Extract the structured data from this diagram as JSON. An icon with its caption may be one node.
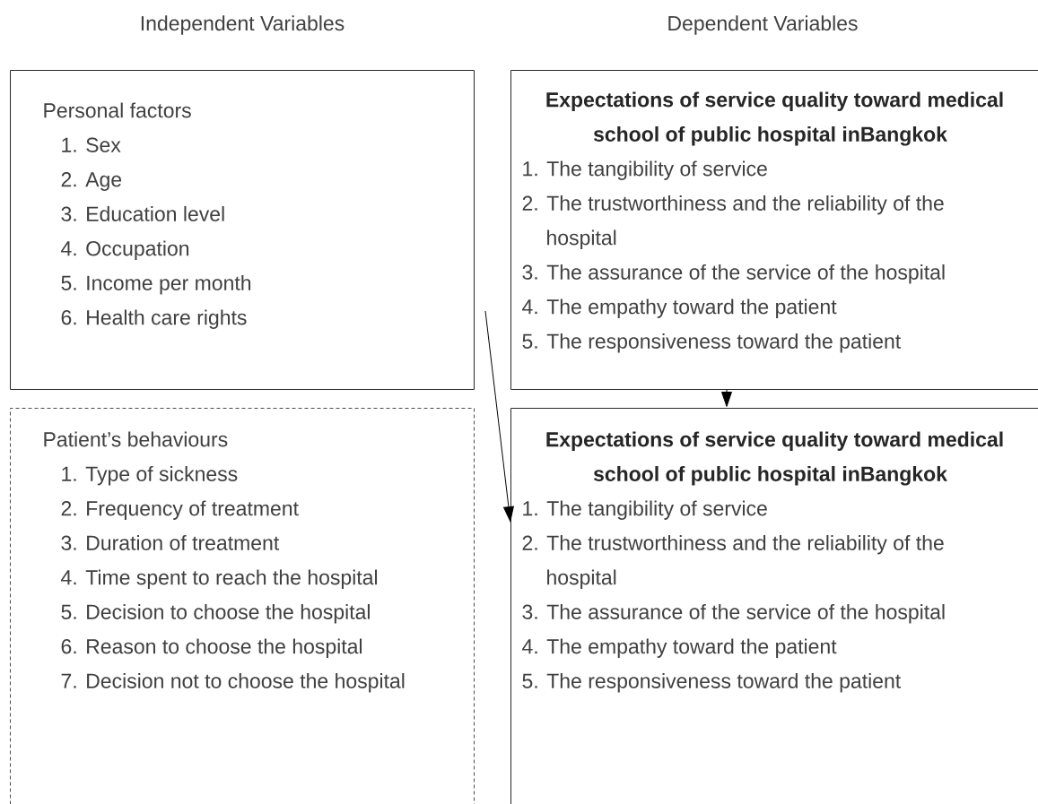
{
  "diagram": {
    "nodes": [
      {
        "text": [
          "Personal factors",
          "1. Sex",
          "2. Age",
          "3. Education level",
          "4. Occupation",
          "5. Income per month",
          "6. Health care rights"
        ]
      },
      {
        "text": [
          "Expectations of service quality toward medical school of public hospital inBangkok",
          "1. The tangibility of service",
          "2. The trustworthiness and the reliability of the hospital",
          "3. The assurance of the service of the hospital",
          "4. The empathy toward the patient",
          "5. The responsiveness toward the patient"
        ]
      },
      {
        "text": [
          "Patient’s behaviours",
          "1. Type of sickness",
          "2. Frequency of treatment",
          "3. Duration of treatment",
          "4. Time spent to reach the hospital",
          "5. Decision to choose the hospital",
          "6. Reason to choose the hospital",
          "7. Decision not to choose the hospital"
        ]
      },
      {
        "text": [
          "Expectations of service quality toward medical school of public hospital inBangkok",
          "1. The tangibility of service",
          "2. The trustworthiness and the reliability of the hospital",
          "3. The assurance of the service of the hospital",
          "4. The empathy toward the patient",
          "5. The responsiveness toward the patient"
        ]
      }
    ],
    "edges": [
      {
        "from": 0,
        "to": 3,
        "arrow": "to"
      },
      {
        "from": 1,
        "to": 3,
        "arrow": "to"
      }
    ],
    "labels": [
      "Independent Variables",
      "Dependent Variables"
    ]
  }
}
